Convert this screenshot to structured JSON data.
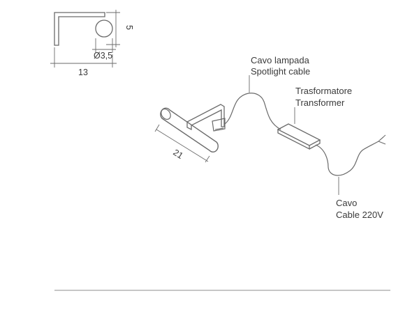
{
  "dimensions": {
    "height": "5",
    "diameter": "Ø3,5",
    "width": "13",
    "length": "21"
  },
  "labels": {
    "spotlight_cable_it": "Cavo lampada",
    "spotlight_cable_en": "Spotlight cable",
    "transformer_it": "Trasformatore",
    "transformer_en": "Transformer",
    "mains_cable_it": "Cavo",
    "mains_cable_en": "Cable 220V"
  },
  "colors": {
    "line": "#6a6a6a",
    "text": "#3a3a3a",
    "rule": "#8c8c8c"
  }
}
